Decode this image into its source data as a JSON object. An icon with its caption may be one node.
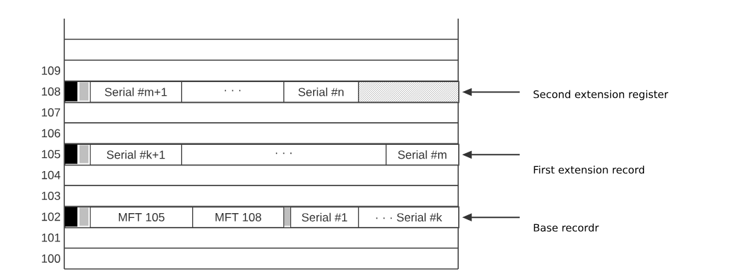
{
  "diagram": {
    "nodes": [
      {
        "text": [],
        "shape": "bar"
      },
      {
        "text": [
          "Serial #m+1"
        ],
        "in": 0
      },
      {
        "text": [
          "· · ·"
        ],
        "in": 0
      },
      {
        "text": [
          "Serial #n"
        ],
        "in": 0
      },
      {
        "text": [],
        "shape": "box",
        "in": 0
      },
      {
        "text": [
          "Second extension register"
        ]
      },
      {
        "text": [],
        "shape": "bar"
      },
      {
        "text": [
          "Serial #k+1"
        ],
        "in": 6
      },
      {
        "text": [
          "· · ·"
        ],
        "in": 6
      },
      {
        "text": [
          "Serial #m"
        ],
        "in": 6
      },
      {
        "text": [
          "First extension record"
        ]
      },
      {
        "text": [],
        "shape": "bar"
      },
      {
        "text": [
          "MFT 105"
        ],
        "in": 11
      },
      {
        "text": [
          "MFT 108"
        ],
        "in": 11
      },
      {
        "text": [
          "Serial #1"
        ],
        "in": 11
      },
      {
        "text": [
          "· · ·",
          "Serial #k"
        ],
        "in": 11
      },
      {
        "text": [
          "Base recordr"
        ]
      }
    ],
    "edges": [
      {
        "from": 5,
        "to": 0,
        "arrow": "to"
      },
      {
        "from": 10,
        "to": 6,
        "arrow": "to"
      },
      {
        "from": 16,
        "to": 11,
        "arrow": "to"
      }
    ],
    "labels": [
      "109",
      "108",
      "107",
      "106",
      "105",
      "104",
      "103",
      "102",
      "101",
      "100"
    ]
  }
}
